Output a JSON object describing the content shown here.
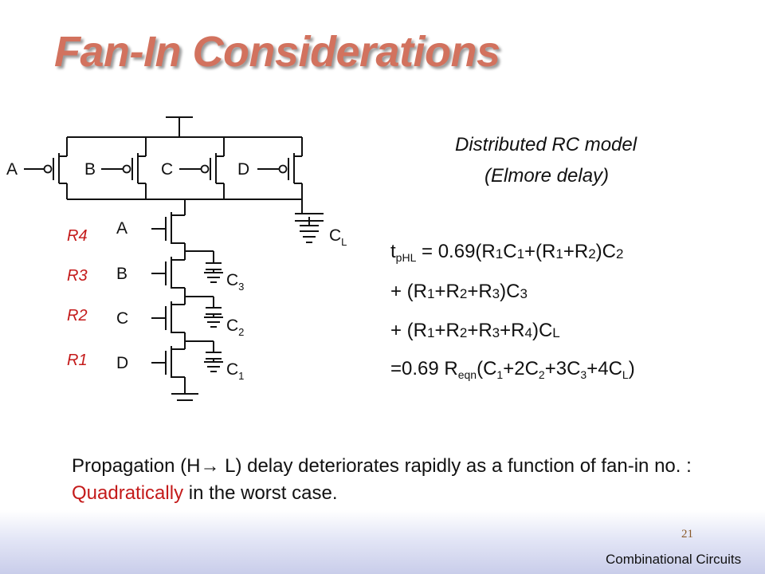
{
  "slide": {
    "title": "Fan-In Considerations",
    "rc_model": {
      "line1": "Distributed RC model",
      "line2": "(Elmore delay)"
    },
    "parallel_inputs": [
      "A",
      "B",
      "C",
      "D"
    ],
    "series_inputs": [
      "A",
      "B",
      "C",
      "D"
    ],
    "resistors": [
      "R4",
      "R3",
      "R2",
      "R1"
    ],
    "caps": {
      "c3": {
        "base": "C",
        "sub": "3"
      },
      "c2": {
        "base": "C",
        "sub": "2"
      },
      "c1": {
        "base": "C",
        "sub": "1"
      },
      "cl": {
        "base": "C",
        "sub": "L"
      }
    },
    "equation": {
      "l1": {
        "t": "t",
        "t_sub": "pHL",
        "eq": " = 0.69(R",
        "s1": "1",
        "a": "C",
        "s2": "1",
        "b": "+(R",
        "s3": "1",
        "c": "+R",
        "s4": "2",
        "d": ")C",
        "s5": "2"
      },
      "l2": {
        "a": "+ (R",
        "s1": "1",
        "b": "+R",
        "s2": "2",
        "c": "+R",
        "s3": "3",
        "d": ")C",
        "s4": "3"
      },
      "l3": {
        "a": "+ (R",
        "s1": "1",
        "b": "+R",
        "s2": "2",
        "c": "+R",
        "s3": "3",
        "d": "+R",
        "s4": "4",
        "e": ")C",
        "s5": "L"
      },
      "l4": {
        "a": "=0.69 R",
        "s1": "eqn",
        "b": "(C",
        "s2": "1",
        "c": "+2C",
        "s3": "2",
        "d": "+3C",
        "s4": "3",
        "e": "+4C",
        "s5": "L",
        "f": ")"
      }
    },
    "statement": {
      "part1": "Propagation (H",
      "arrow": "→",
      "part2": " L) delay deteriorates rapidly as a function of fan-in no. : ",
      "highlight": "Quadratically",
      "part3": " in the worst case."
    },
    "page_number": "21",
    "footer": "Combinational Circuits"
  },
  "colors": {
    "title": "#d2725e",
    "resistor_labels": "#c41a1a",
    "highlight": "#c41a1a",
    "page_number": "#8a5a2a",
    "footer_band": "#c9cdea"
  }
}
